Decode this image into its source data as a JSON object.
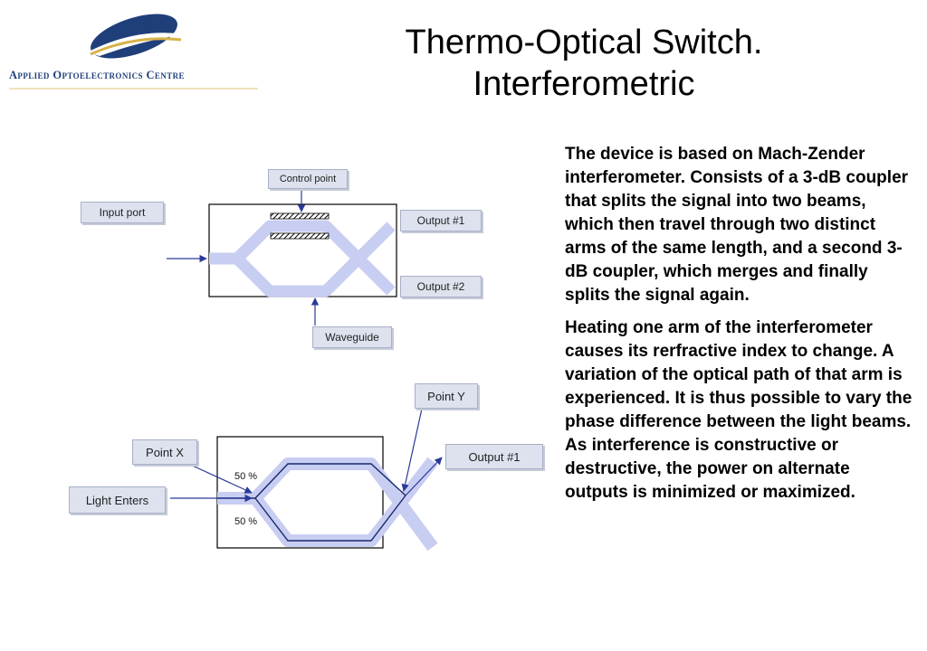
{
  "header": {
    "logo_text": "Applied Optoelectronics Centre",
    "title_line1": "Thermo-Optical Switch.",
    "title_line2": "Interferometric"
  },
  "diagram_top": {
    "input_port": "Input port",
    "control_point": "Control point",
    "output1": "Output #1",
    "output2": "Output #2",
    "waveguide": "Waveguide"
  },
  "diagram_bottom": {
    "point_x": "Point X",
    "point_y": "Point Y",
    "light_enters": "Light Enters",
    "output1": "Output #1",
    "split_upper": "50 %",
    "split_lower": "50 %"
  },
  "description": {
    "paragraph1": "The device is based on Mach-Zender interferometer. Consists of a 3-dB coupler that splits the signal into two beams, which then travel through two distinct arms of the same length, and a second 3-dB coupler, which merges and finally splits the signal again.",
    "paragraph2": "Heating one arm of the interferometer causes its rerfractive index to change. A variation of the optical path of that arm is experienced. It is thus possible to vary the phase difference between the light beams. As interference is constructive or destructive, the power on alternate outputs is minimized or maximized."
  },
  "colors": {
    "waveguide": "#c8cdf2",
    "logo_dark": "#1f3f7a",
    "logo_gold": "#d8b24a"
  }
}
